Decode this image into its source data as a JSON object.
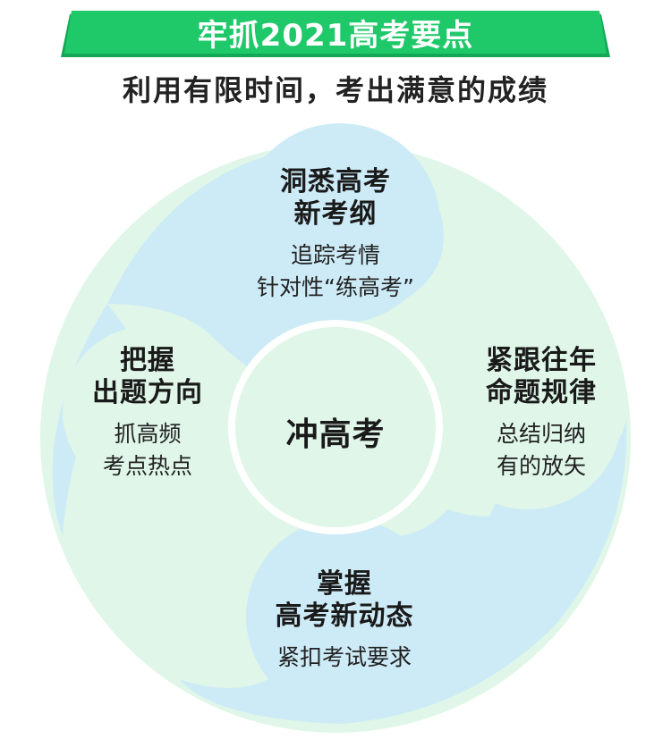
{
  "header": {
    "title": "牢抓2021高考要点",
    "subtitle": "利用有限时间，考出满意的成绩"
  },
  "center": {
    "label": "冲高考"
  },
  "sections": {
    "top": {
      "heading": [
        "洞悉高考",
        "新考纲"
      ],
      "desc": [
        "追踪考情",
        "针对性“练高考”"
      ]
    },
    "right": {
      "heading": [
        "紧跟往年",
        "命题规律"
      ],
      "desc": [
        "总结归纳",
        "有的放矢"
      ]
    },
    "bottom": {
      "heading": [
        "掌握",
        "高考新动态"
      ],
      "desc": [
        "紧扣考试要求"
      ]
    },
    "left": {
      "heading": [
        "把握",
        "出题方向"
      ],
      "desc": [
        "抓高频",
        "考点热点"
      ]
    }
  },
  "colors": {
    "banner_green": "#1fc96a",
    "banner_dark": "#13a855",
    "mint": "#dff6e8",
    "sky": "#cdebf7",
    "center_ring": "#ffffff"
  }
}
